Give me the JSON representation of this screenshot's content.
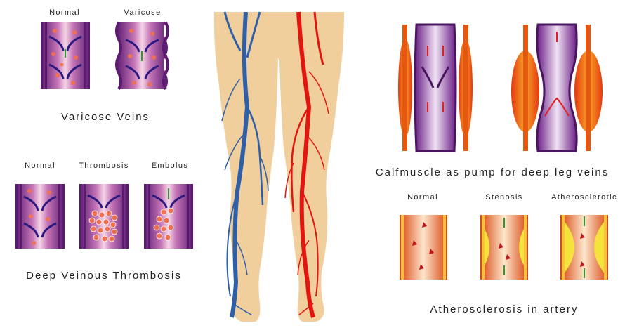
{
  "varicose": {
    "normal_label": "Normal",
    "varicose_label": "Varicose",
    "caption": "Varicose  Veins"
  },
  "dvt": {
    "normal_label": "Normal",
    "thrombosis_label": "Thrombosis",
    "embolus_label": "Embolus",
    "caption": "Deep  Veinous Thrombosis"
  },
  "calf": {
    "caption": "Calfmuscle as pump for  deep leg veins"
  },
  "artery": {
    "normal_label": "Normal",
    "stenosis_label": "Stenosis",
    "athero_label": "Atherosclerotic",
    "caption": "Atherosclerosis  in artery"
  },
  "colors": {
    "vein_blue": "#2f5fa8",
    "artery_red": "#e3150f",
    "skin": "#f0cf9c",
    "vein_purple": "#7a2a90",
    "plaque_yellow": "#f5e23a",
    "muscle_orange": "#f37a1f"
  }
}
